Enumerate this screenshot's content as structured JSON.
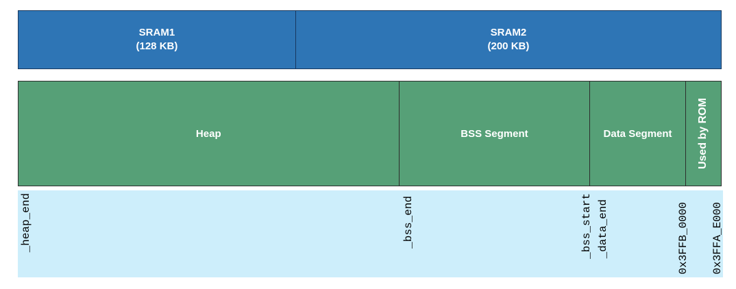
{
  "colors": {
    "sram_fill": "#2e75b5",
    "sram_border": "#17375e",
    "segment_fill": "#56a077",
    "segment_border": "#2d2d2d",
    "address_band_fill": "#cdeefb",
    "bar_label_color": "#ffffff",
    "marker_text_color": "#000000"
  },
  "sram_bar": {
    "segments": [
      {
        "label": "SRAM1",
        "size": "(128 KB)"
      },
      {
        "label": "SRAM2",
        "size": "(200 KB)"
      }
    ]
  },
  "segment_bar": {
    "segments": [
      {
        "label": "Heap"
      },
      {
        "label": "BSS Segment"
      },
      {
        "label": "Data Segment"
      },
      {
        "label": "Used by ROM"
      }
    ]
  },
  "address_markers": [
    {
      "label": "_heap_end"
    },
    {
      "label": "_bss_end"
    },
    {
      "label": "_bss_start"
    },
    {
      "label": "_data_end"
    },
    {
      "label": "0x3FFB_0000"
    },
    {
      "label": "0x3FFA_E000"
    }
  ]
}
